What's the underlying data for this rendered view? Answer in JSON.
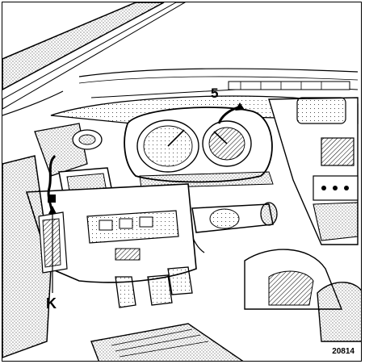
{
  "figure": {
    "callouts": {
      "instrument_panel": "5",
      "connector": "K"
    },
    "reference_number": "20814"
  }
}
